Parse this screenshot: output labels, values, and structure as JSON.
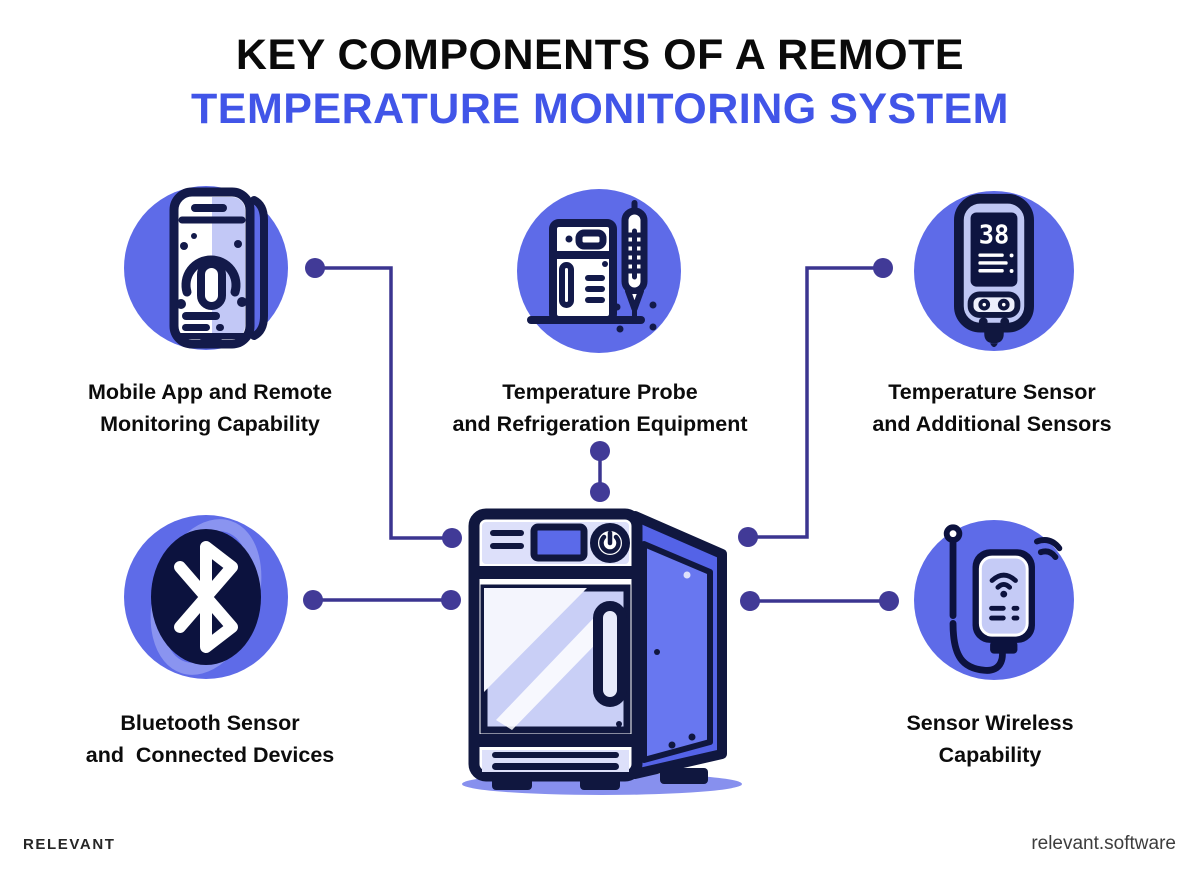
{
  "title": {
    "line1": "KEY COMPONENTS OF A REMOTE",
    "line2": "TEMPERATURE MONITORING SYSTEM"
  },
  "components": [
    {
      "name": "mobile-app",
      "icon": "mobile-app-icon",
      "label_line1": "Mobile App and Remote",
      "label_line2": "Monitoring Capability"
    },
    {
      "name": "temperature-probe",
      "icon": "fridge-and-thermometer-icon",
      "label_line1": "Temperature Probe",
      "label_line2": "and Refrigeration Equipment"
    },
    {
      "name": "temperature-sensor",
      "icon": "temperature-sensor-icon",
      "display_value": "38",
      "label_line1": "Temperature Sensor",
      "label_line2": "and Additional Sensors"
    },
    {
      "name": "bluetooth-sensor",
      "icon": "bluetooth-icon",
      "label_line1": "Bluetooth Sensor",
      "label_line2": "and  Connected Devices"
    },
    {
      "name": "sensor-wireless",
      "icon": "wireless-sensor-icon",
      "label_line1": "Sensor Wireless",
      "label_line2": "Capability"
    }
  ],
  "center_illustration": "refrigeration-unit",
  "footer": {
    "brand": "RELEVANT",
    "website": "relevant.software"
  },
  "colors": {
    "title_accent": "#4155E8",
    "circle_fill": "#5E6BE8",
    "connector_line": "#3B3590",
    "connector_dot": "#413A97",
    "outline_navy": "#10173F",
    "panel_light": "#C7CDF6",
    "side_blue": "#5463E7",
    "text": "#0C0C0C"
  }
}
